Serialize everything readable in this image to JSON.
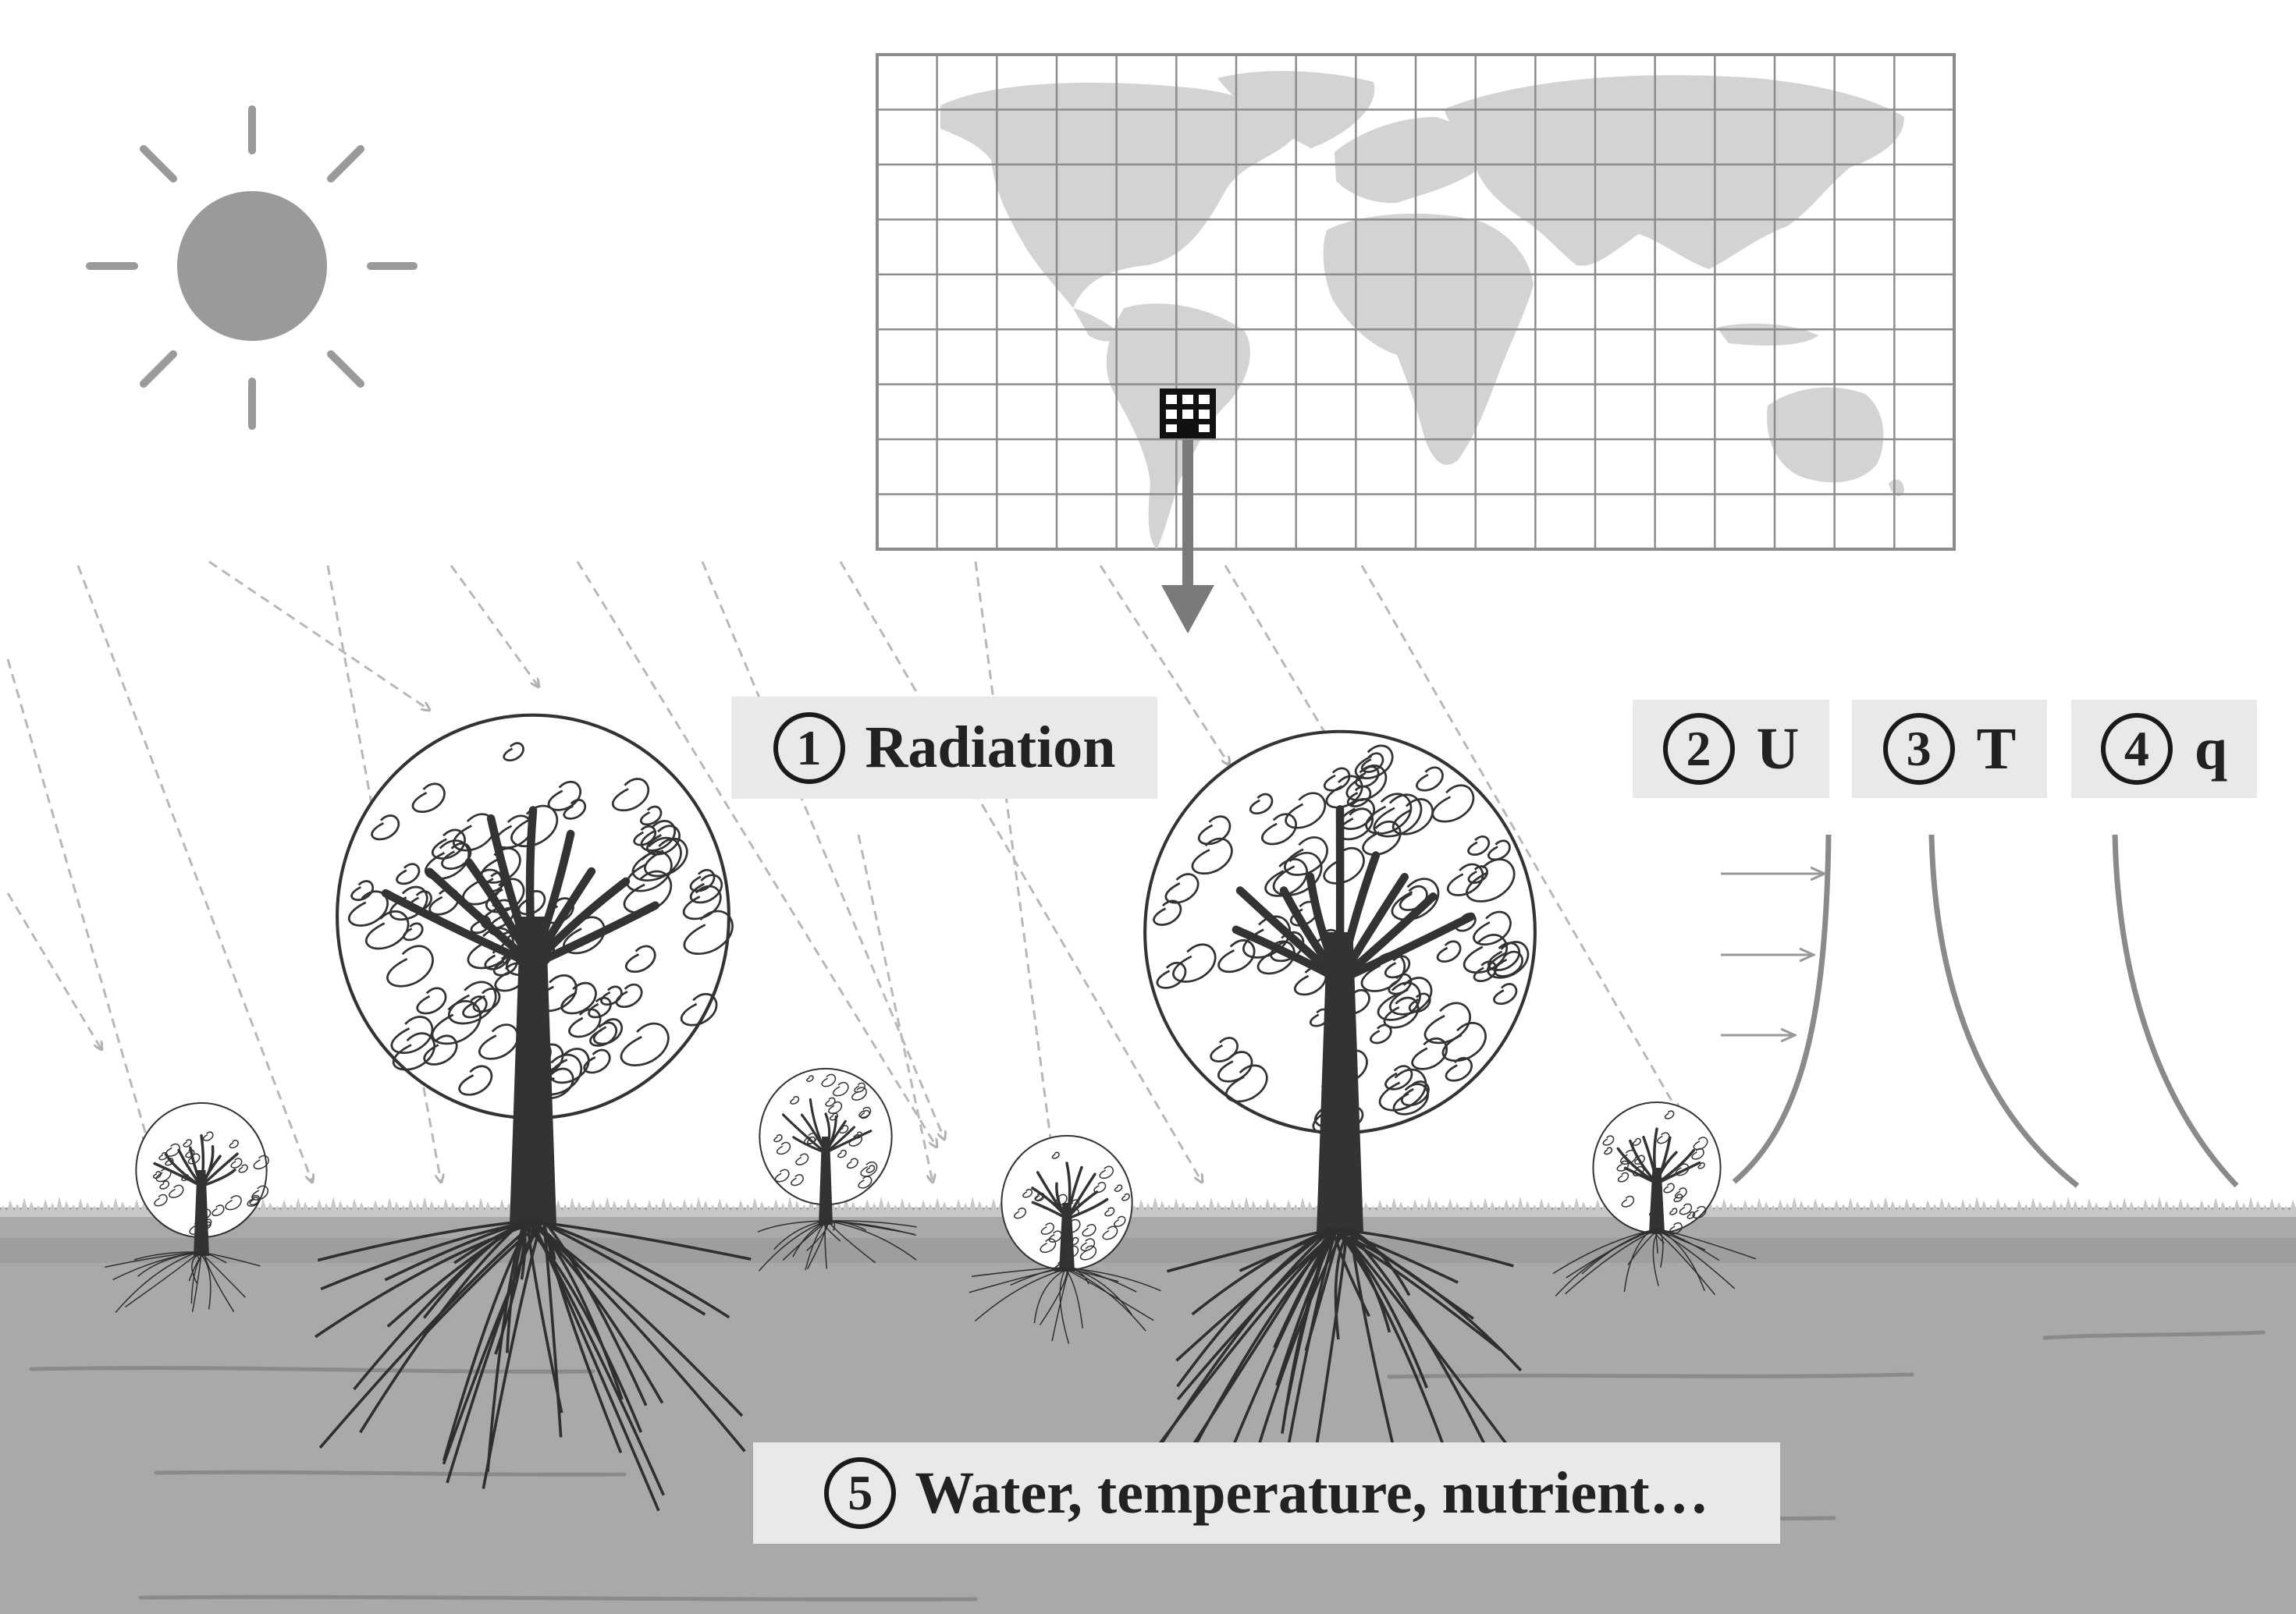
{
  "labels": {
    "radiation": {
      "num": "1",
      "text": "Radiation"
    },
    "wind": {
      "num": "2",
      "text": "U"
    },
    "temperature": {
      "num": "3",
      "text": "T"
    },
    "humidity": {
      "num": "4",
      "text": "q"
    },
    "soil": {
      "num": "5",
      "text": "Water, temperature, nutrient…"
    }
  },
  "colors": {
    "sun": "#9a9a9a",
    "map_land": "#d3d3d3",
    "grid_line": "#8c8c8c",
    "ground": "#a9a9a9",
    "ground_dark": "#959595",
    "tree": "#333333",
    "label_bg": "#e9e9e9",
    "arrow": "#7a7a7a",
    "ray": "#b8b8b8"
  },
  "icons": [
    "sun-icon",
    "world-map-grid",
    "grid-cell-icon",
    "downscale-arrow",
    "tree-icon"
  ]
}
